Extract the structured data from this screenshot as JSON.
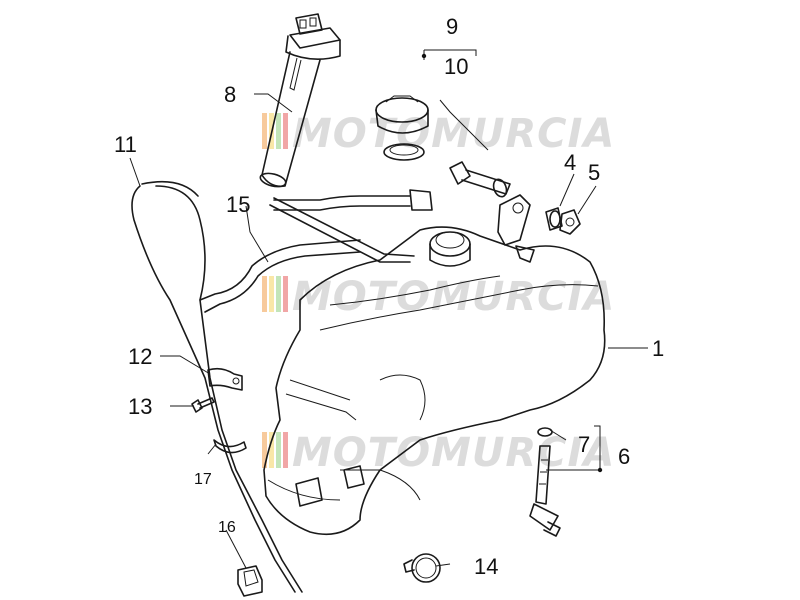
{
  "callouts": {
    "c1": "1",
    "c4": "4",
    "c5": "5",
    "c6": "6",
    "c7": "7",
    "c8": "8",
    "c9": "9",
    "c10": "10",
    "c11": "11",
    "c12": "12",
    "c13": "13",
    "c14": "14",
    "c15": "15",
    "c16": "16",
    "c17": "17"
  },
  "watermark": {
    "text": "MOTOMURCIA"
  },
  "colors": {
    "line": "#1a1a1a",
    "watermark": "#bfbfbf",
    "stripe_orange": "#f2a65a",
    "stripe_yellow": "#f5d76e",
    "stripe_green": "#9bd48a",
    "stripe_red": "#e86a6a"
  }
}
